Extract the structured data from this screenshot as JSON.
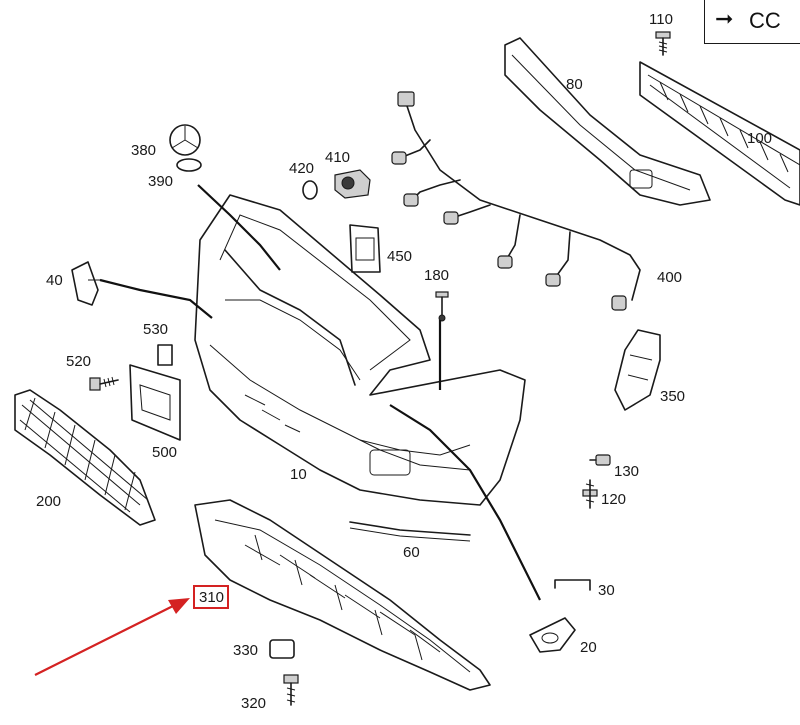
{
  "legend": {
    "arrow": "➞",
    "text": "CC"
  },
  "colors": {
    "highlight": "#d42222",
    "line": "#1a1a1a"
  },
  "labels": {
    "p10": "10",
    "p20": "20",
    "p30": "30",
    "p40": "40",
    "p60": "60",
    "p80": "80",
    "p100": "100",
    "p110": "110",
    "p120": "120",
    "p130": "130",
    "p180": "180",
    "p200": "200",
    "p310": "310",
    "p320": "320",
    "p330": "330",
    "p350": "350",
    "p380": "380",
    "p390": "390",
    "p400": "400",
    "p410": "410",
    "p420": "420",
    "p450": "450",
    "p500": "500",
    "p520": "520",
    "p530": "530"
  }
}
